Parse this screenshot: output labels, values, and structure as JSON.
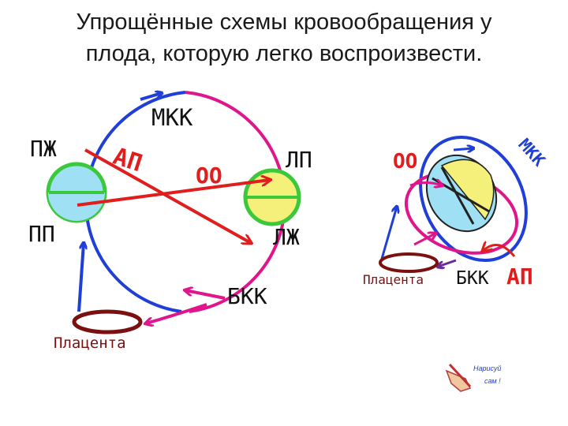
{
  "title": {
    "line1": "Упрощённые схемы кровообращения у",
    "line2": "плода, которую легко воспроизвести."
  },
  "left_scheme": {
    "mkk": "МКК",
    "pzh": "ПЖ",
    "ap": "АП",
    "oo": "ОО",
    "lp": "ЛП",
    "pp": "ПП",
    "lzh": "ЛЖ",
    "bkk": "БКК",
    "placenta": "Плацента"
  },
  "right_scheme": {
    "oo": "ОО",
    "mkk": "МКК",
    "placenta": "Плацента",
    "bkk": "БКК",
    "ap": "АП"
  },
  "logo": {
    "line1": "Нарисуй",
    "line2": "сам !"
  },
  "colors": {
    "blue": "#1f3fd6",
    "magenta": "#e0158c",
    "red": "#e01e1e",
    "dark_red": "#7a1010",
    "green": "#3cc83c",
    "light_blue": "#9fe0f5",
    "yellow": "#f4f07a",
    "purple": "#6a2a9a"
  }
}
